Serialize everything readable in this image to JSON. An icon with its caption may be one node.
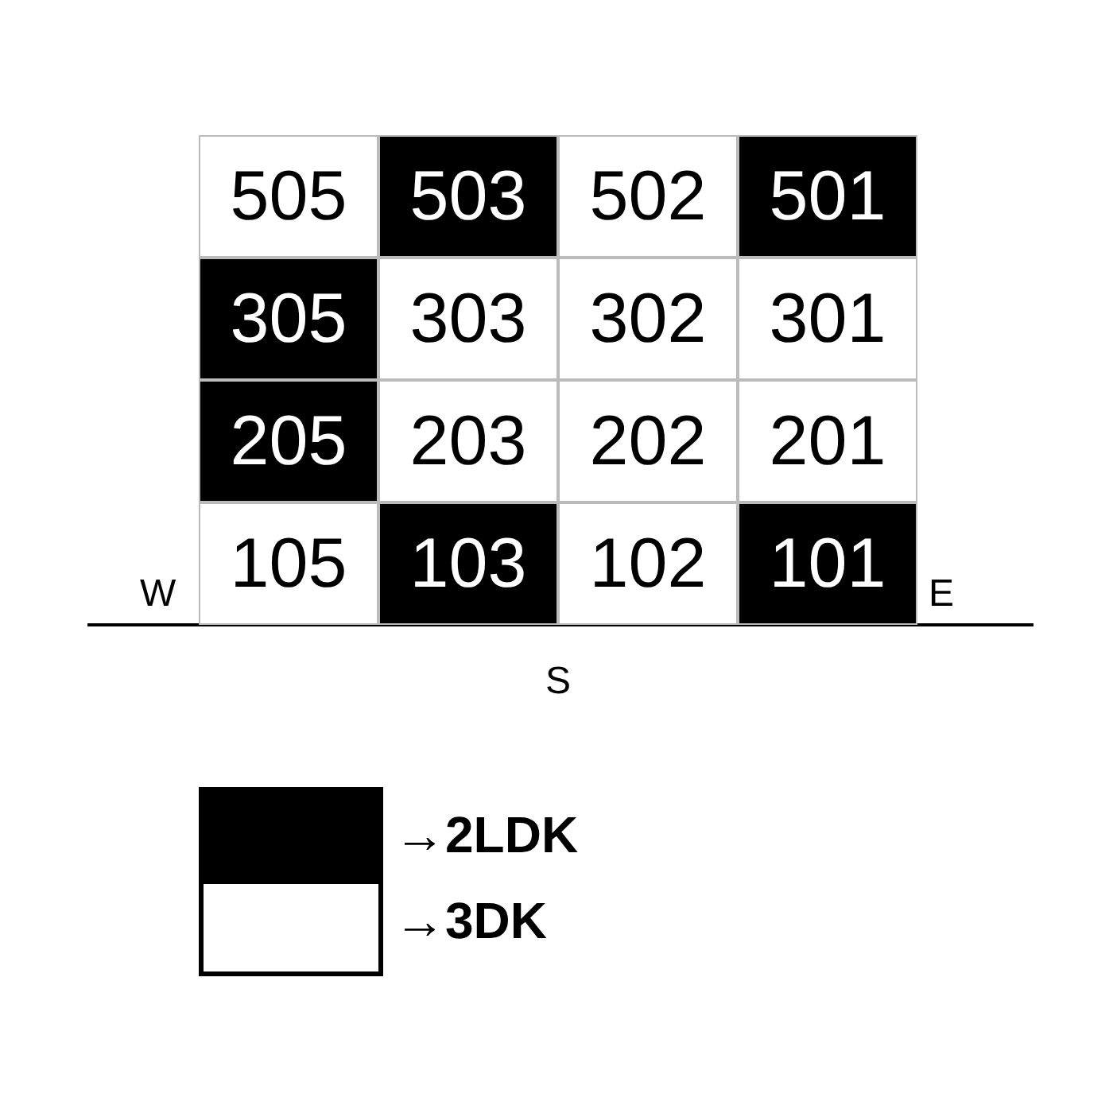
{
  "diagram": {
    "labels": [
      "505",
      "503",
      "502",
      "501",
      "305",
      "303",
      "302",
      "301",
      "205",
      "203",
      "202",
      "201",
      "W",
      "105",
      "103",
      "102",
      "101",
      "E",
      "S"
    ],
    "legend": [
      {
        "text": "→2LDK",
        "color": "#000000"
      },
      {
        "text": "→3DK",
        "color": "#ffffff"
      }
    ]
  }
}
